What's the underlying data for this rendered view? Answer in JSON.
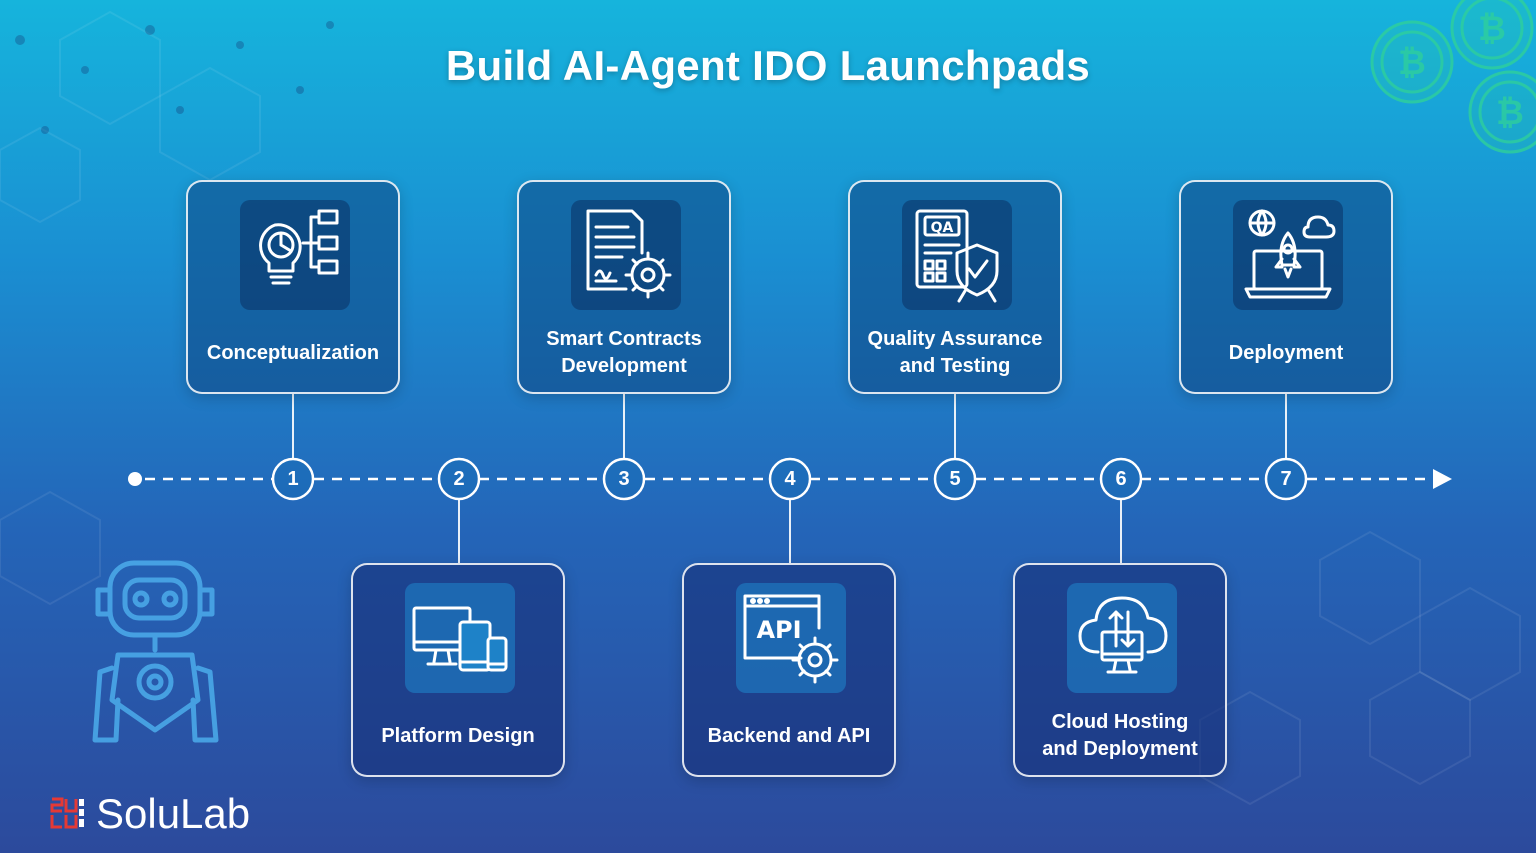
{
  "title": "Build AI-Agent IDO Launchpads",
  "steps": [
    {
      "number": "1",
      "label_lines": [
        "Conceptualization"
      ],
      "icon": "lightbulb-chart-icon"
    },
    {
      "number": "2",
      "label_lines": [
        "Platform Design"
      ],
      "icon": "multi-device-icon"
    },
    {
      "number": "3",
      "label_lines": [
        "Smart Contracts",
        "Development"
      ],
      "icon": "contract-gear-icon"
    },
    {
      "number": "4",
      "label_lines": [
        "Backend and API"
      ],
      "icon": "api-gear-icon"
    },
    {
      "number": "5",
      "label_lines": [
        "Quality Assurance",
        "and Testing"
      ],
      "icon": "qa-shield-icon"
    },
    {
      "number": "6",
      "label_lines": [
        "Cloud Hosting",
        "and Deployment"
      ],
      "icon": "cloud-transfer-icon"
    },
    {
      "number": "7",
      "label_lines": [
        "Deployment"
      ],
      "icon": "laptop-rocket-icon"
    }
  ],
  "brand": {
    "name": "SoluLab",
    "mark_color": "#e53935"
  },
  "colors": {
    "accent_light": "#ffffff",
    "coin_green": "#2fd19a",
    "robot_blue": "#4aa8e8"
  }
}
